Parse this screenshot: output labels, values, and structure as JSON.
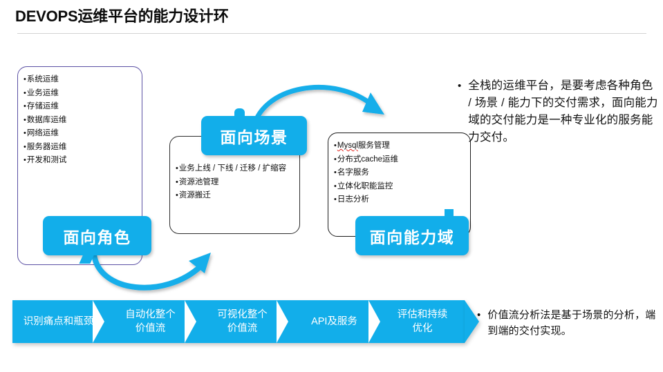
{
  "slide": {
    "title": "DEVOPS运维平台的能力设计环",
    "accent_color": "#12AEEA",
    "roles_border_color": "#5A4FA3",
    "box_border_color": "#1A1A1A",
    "rule_color": "#D2D2D2"
  },
  "boxes": {
    "roles": {
      "badge_label": "面向角色",
      "items": [
        "系统运维",
        "业务运维",
        "存储运维",
        "数据库运维",
        "网络运维",
        "服务器运维",
        "开发和测试"
      ]
    },
    "scenarios": {
      "badge_label": "面向场景",
      "items": [
        "业务上线 / 下线 / 迁移 / 扩缩容",
        "资源池管理",
        "资源搬迁"
      ]
    },
    "capabilities": {
      "badge_label": "面向能力域",
      "items": [
        "Mysql服务管理",
        "分布式cache运维",
        "名字服务",
        "立体化职能监控",
        "日志分析"
      ],
      "first_item_misspelled_prefix": "Mysql",
      "first_item_rest": "服务管理"
    }
  },
  "ribbon": {
    "segments": [
      "识别痛点和瓶颈",
      "自动化整个\n价值流",
      "可视化整个\n价值流",
      "API及服务",
      "评估和持续\n优化"
    ]
  },
  "notes": {
    "bullet_glyph": "•",
    "top": "全栈的运维平台，是要考虑各种角色 / 场景 / 能力下的交付需求，面向能力域的交付能力是一种专业化的服务能力交付。",
    "bottom": "价值流分析法是基于场景的分析，端到端的交付实现。"
  }
}
